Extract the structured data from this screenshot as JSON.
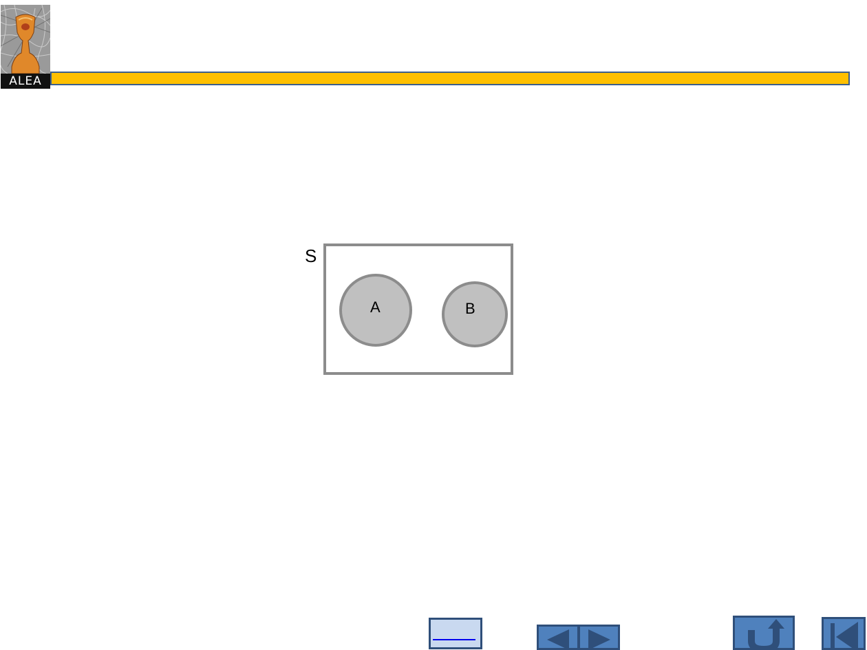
{
  "header": {
    "logo_text": "ALEA",
    "bar_color": "#ffc000"
  },
  "diagram": {
    "universe_label": "S",
    "circle_a_label": "A",
    "circle_b_label": "B",
    "fill_color": "#c0c0c0",
    "stroke_color": "#8c8c8c"
  },
  "navigation": {
    "home_icon": "link-icon",
    "prev_icon": "triangle-left-icon",
    "next_icon": "triangle-right-icon",
    "back_icon": "u-turn-arrow-icon",
    "first_icon": "skip-to-start-icon",
    "button_color": "#4f81bd"
  }
}
